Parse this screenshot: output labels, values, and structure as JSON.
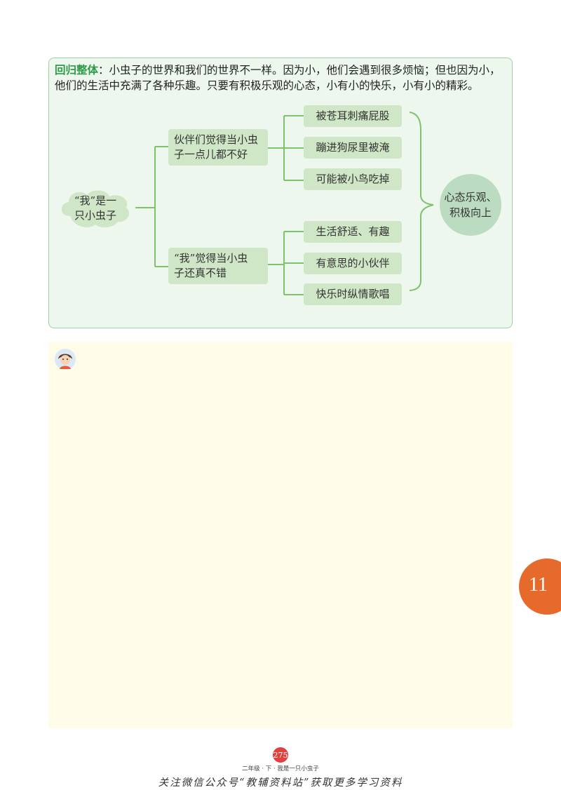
{
  "summary": {
    "label": "回归整体",
    "text": "：小虫子的世界和我们的世界不一样。因为小，他们会遇到很多烦恼；但也因为小，他们的生活中充满了各种乐趣。只要有积极乐观的心态，小有小的快乐，小有小的精彩。"
  },
  "mindmap": {
    "root": [
      "“我”是一",
      "只小虫子"
    ],
    "branches": [
      {
        "label": [
          "伙伴们觉得当小虫",
          "子一点儿都不好"
        ],
        "leaves": [
          "被苍耳刺痛屁股",
          "蹦进狗尿里被淹",
          "可能被小鸟吃掉"
        ]
      },
      {
        "label": [
          "“我”觉得当小虫",
          "子还真不错"
        ],
        "leaves": [
          "生活舒适、有趣",
          "有意思的小伙伴",
          "快乐时纵情歌唱"
        ]
      }
    ],
    "conclusion": [
      "心态乐观、",
      "积极向上"
    ]
  },
  "colors": {
    "node_fill": "#cfe7c6",
    "line": "#7cc36a",
    "label_green": "#2f9a4a",
    "tab_orange": "#e56a2b",
    "notes_bg": "#fffbe9"
  },
  "chapter_tab": "11",
  "footer": {
    "page_number": "275",
    "lesson": "二年级 · 下 · 我是一只小虫子",
    "promo": "关注微信公众号“教辅资料站”获取更多学习资料"
  }
}
